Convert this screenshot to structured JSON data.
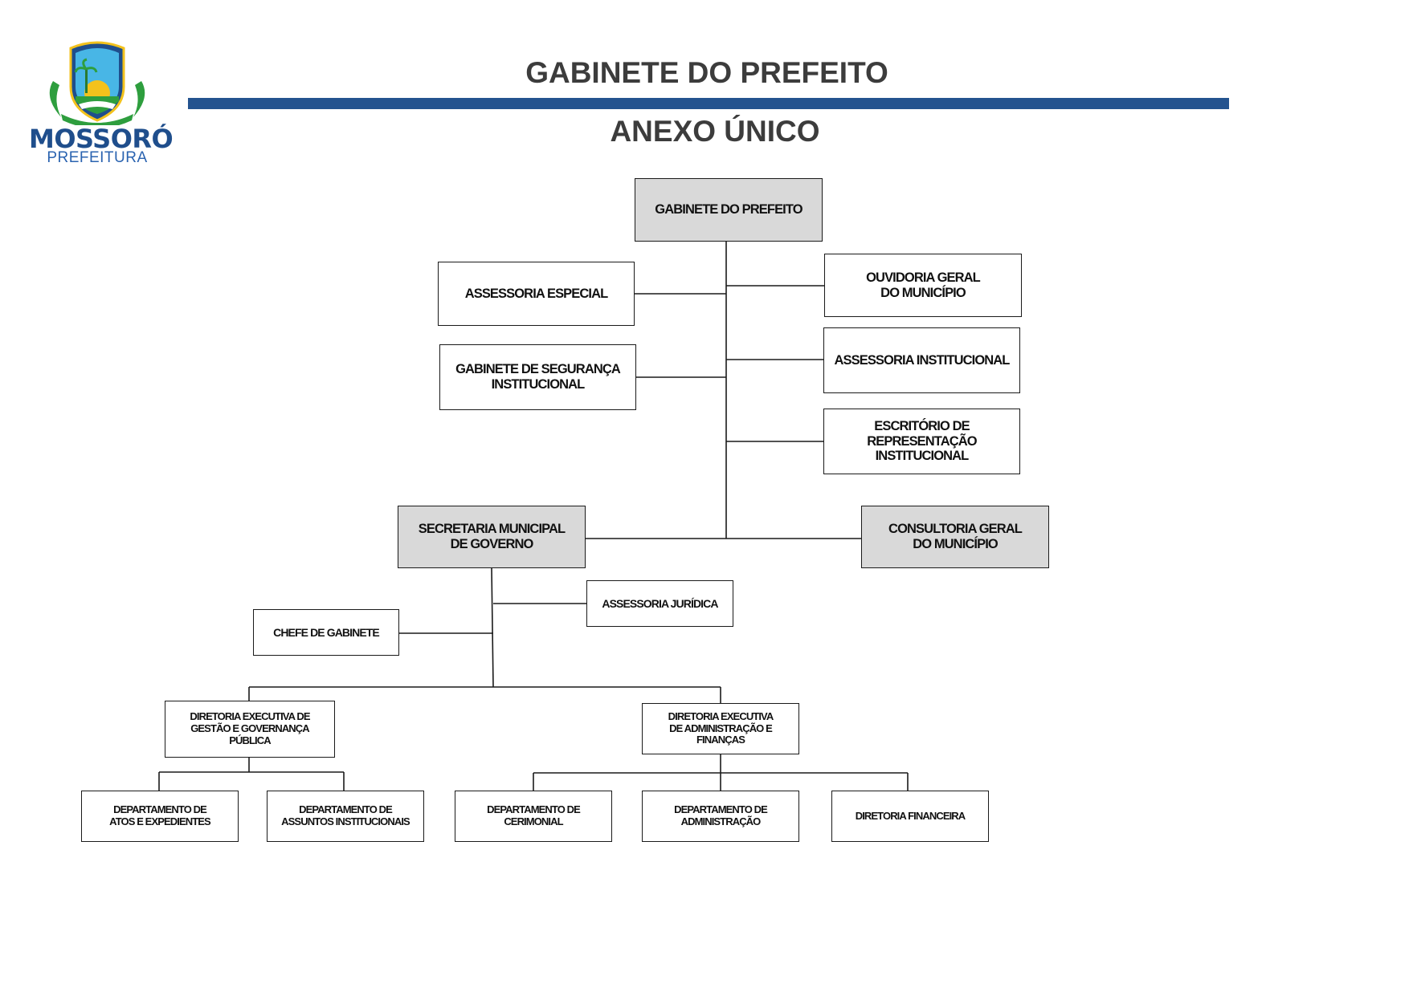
{
  "header": {
    "logo_word": "MOSSORÓ",
    "logo_sub": "PREFEITURA",
    "title": "GABINETE DO PREFEITO",
    "subtitle": "ANEXO ÚNICO"
  },
  "colors": {
    "accent_bar": "#24538f",
    "box_gray": "#d9d9d9",
    "logo_blue": "#1f4e8c"
  },
  "org": {
    "gabinete": "GABINETE DO PREFEITO",
    "assessoria_especial": "ASSESSORIA ESPECIAL",
    "gabinete_seguranca": "GABINETE DE SEGURANÇA\nINSTITUCIONAL",
    "ouvidoria": "OUVIDORIA GERAL\nDO MUNICÍPIO",
    "assessoria_institucional": "ASSESSORIA INSTITUCIONAL",
    "escritorio": "ESCRITÓRIO DE\nREPRESENTAÇÃO\nINSTITUCIONAL",
    "secretaria": "SECRETARIA MUNICIPAL\nDE GOVERNO",
    "consultoria": "CONSULTORIA GERAL\nDO MUNICÍPIO",
    "assessoria_juridica": "ASSESSORIA JURÍDICA",
    "chefe_gabinete": "CHEFE DE GABINETE",
    "diretoria_gestao": "DIRETORIA EXECUTIVA DE\nGESTÃO E GOVERNANÇA\nPÚBLICA",
    "diretoria_admin": "DIRETORIA EXECUTIVA\nDE ADMINISTRAÇÃO E\nFINANÇAS",
    "depto_atos": "DEPARTAMENTO DE\nATOS E EXPEDIENTES",
    "depto_assuntos": "DEPARTAMENTO DE\nASSUNTOS INSTITUCIONAIS",
    "depto_cerimonial": "DEPARTAMENTO  DE\nCERIMONIAL",
    "depto_administracao": "DEPARTAMENTO DE\nADMINISTRAÇÃO",
    "diretoria_financeira": "DIRETORIA FINANCEIRA"
  }
}
